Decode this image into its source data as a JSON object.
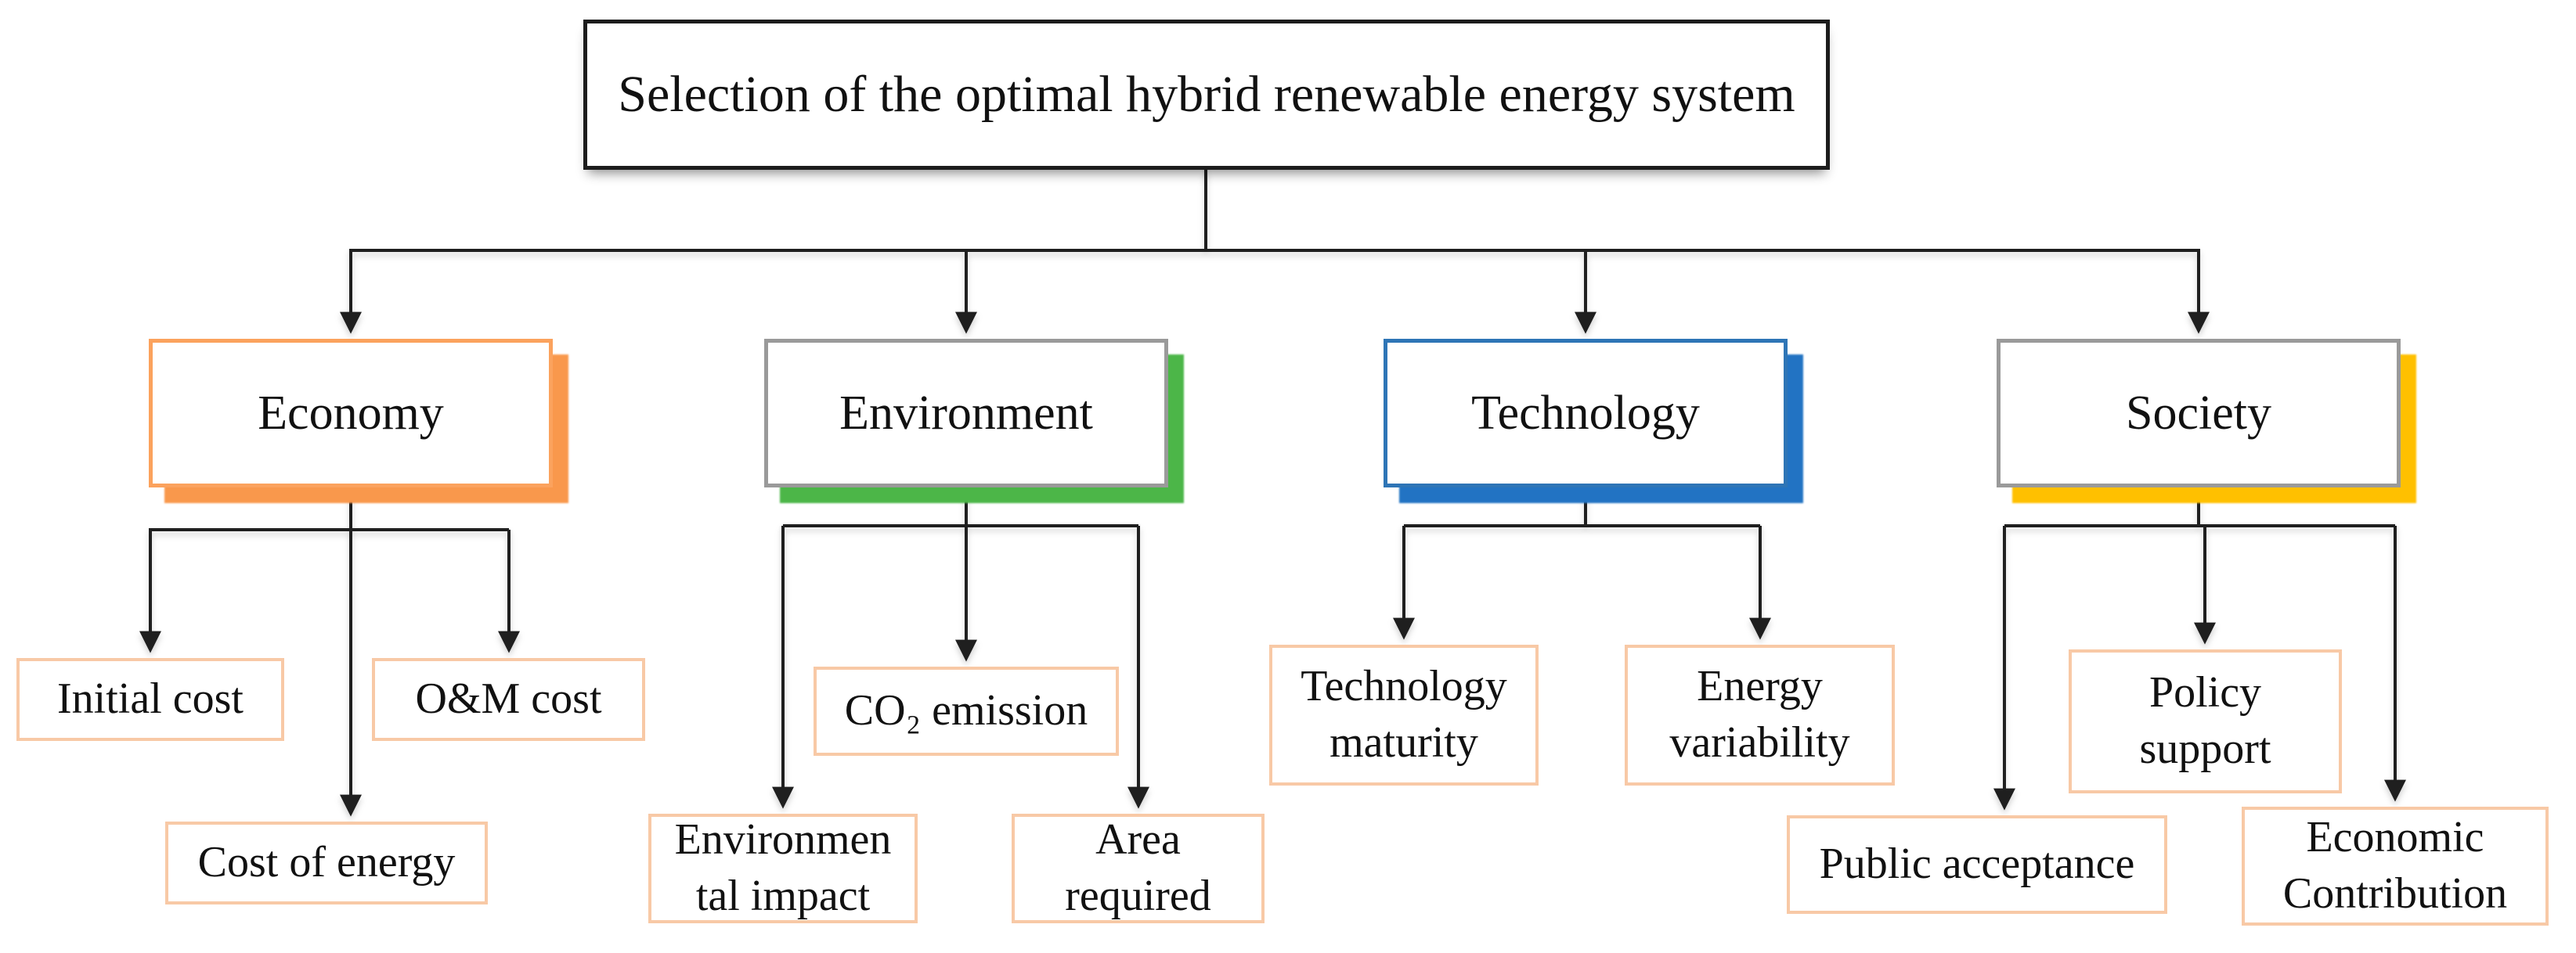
{
  "diagram": {
    "title": "Selection of the optimal hybrid renewable energy system",
    "line_color": "#1f1f1f",
    "leaf_border_color": "#F8C9A6",
    "categories": [
      {
        "label": "Economy",
        "border_color": "#FBA25D",
        "shadow_color": "#F9984C",
        "children": [
          "Initial cost",
          "O&M cost",
          "Cost of energy"
        ]
      },
      {
        "label": "Environment",
        "border_color": "#9A9A9A",
        "shadow_color": "#4CB648",
        "children": [
          "CO₂ emission",
          "Environmen\ntal impact",
          "Area\nrequired"
        ]
      },
      {
        "label": "Technology",
        "border_color": "#2E75B6",
        "shadow_color": "#2273C3",
        "children": [
          "Technology\nmaturity",
          "Energy\nvariability"
        ]
      },
      {
        "label": "Society",
        "border_color": "#9A9A9A",
        "shadow_color": "#FFC000",
        "children": [
          "Policy\nsupport",
          "Public acceptance",
          "Economic\nContribution"
        ]
      }
    ]
  }
}
